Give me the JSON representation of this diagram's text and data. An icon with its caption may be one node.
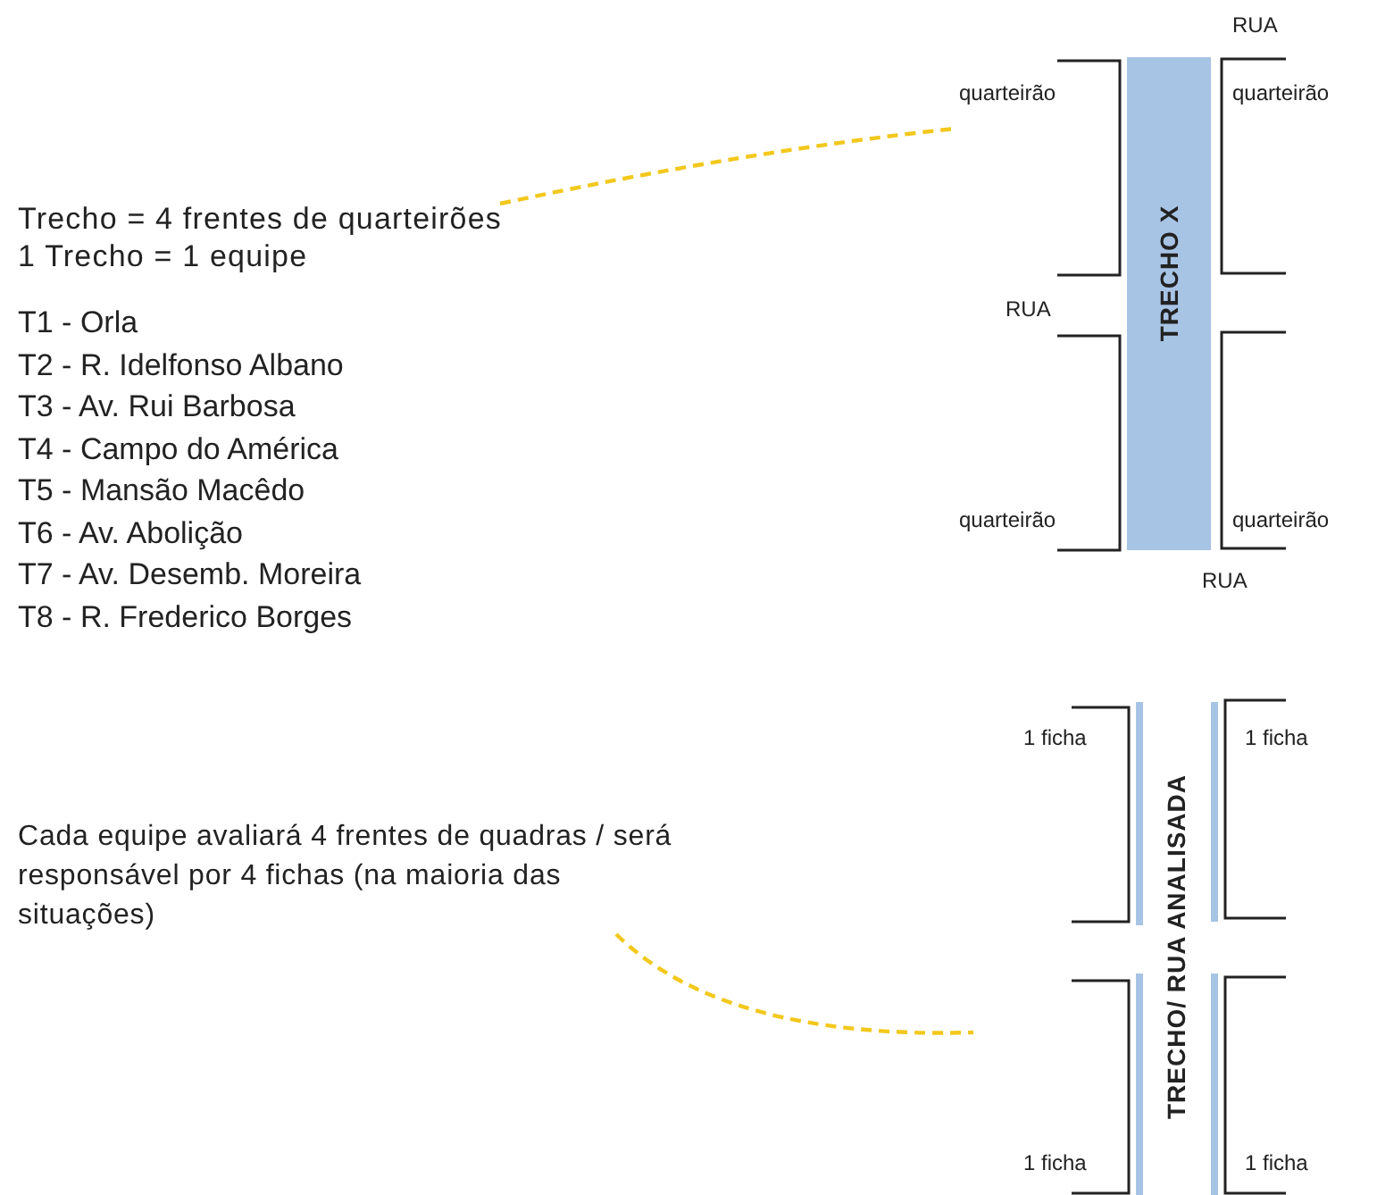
{
  "diagram": {
    "nodes": [
      {
        "text": [
          "Trecho = 4 frentes de quarteirões",
          "1 Trecho = 1 equipe"
        ]
      },
      {
        "text": [
          "TRECHO X"
        ]
      },
      {
        "text": [
          "Cada equipe avaliará 4 frentes de quadras / será responsável por 4 fichas (na maioria das situações)"
        ]
      },
      {
        "text": [
          "TRECHO/ RUA ANALISADA"
        ]
      }
    ],
    "edges": [
      {
        "from": 0,
        "to": 1,
        "arrow": "none",
        "style": "dashed",
        "color": "#f2c81c"
      },
      {
        "from": 2,
        "to": 3,
        "arrow": "none",
        "style": "dashed",
        "color": "#f2c81c"
      }
    ],
    "labels": [
      "T1 - Orla",
      "T2 - R. Idelfonso Albano",
      "T3 - Av. Rui Barbosa",
      "T4 - Campo do América",
      "T5 - Mansão Macêdo",
      "T6 - Av. Abolição",
      "T7 - Av. Desemb. Moreira",
      "T8 - R. Frederico Borges",
      "RUA",
      "quarteirão",
      "quarteirão",
      "RUA",
      "quarteirão",
      "quarteirão",
      "RUA",
      "1 ficha",
      "1 ficha",
      "1 ficha",
      "1 ficha"
    ]
  }
}
